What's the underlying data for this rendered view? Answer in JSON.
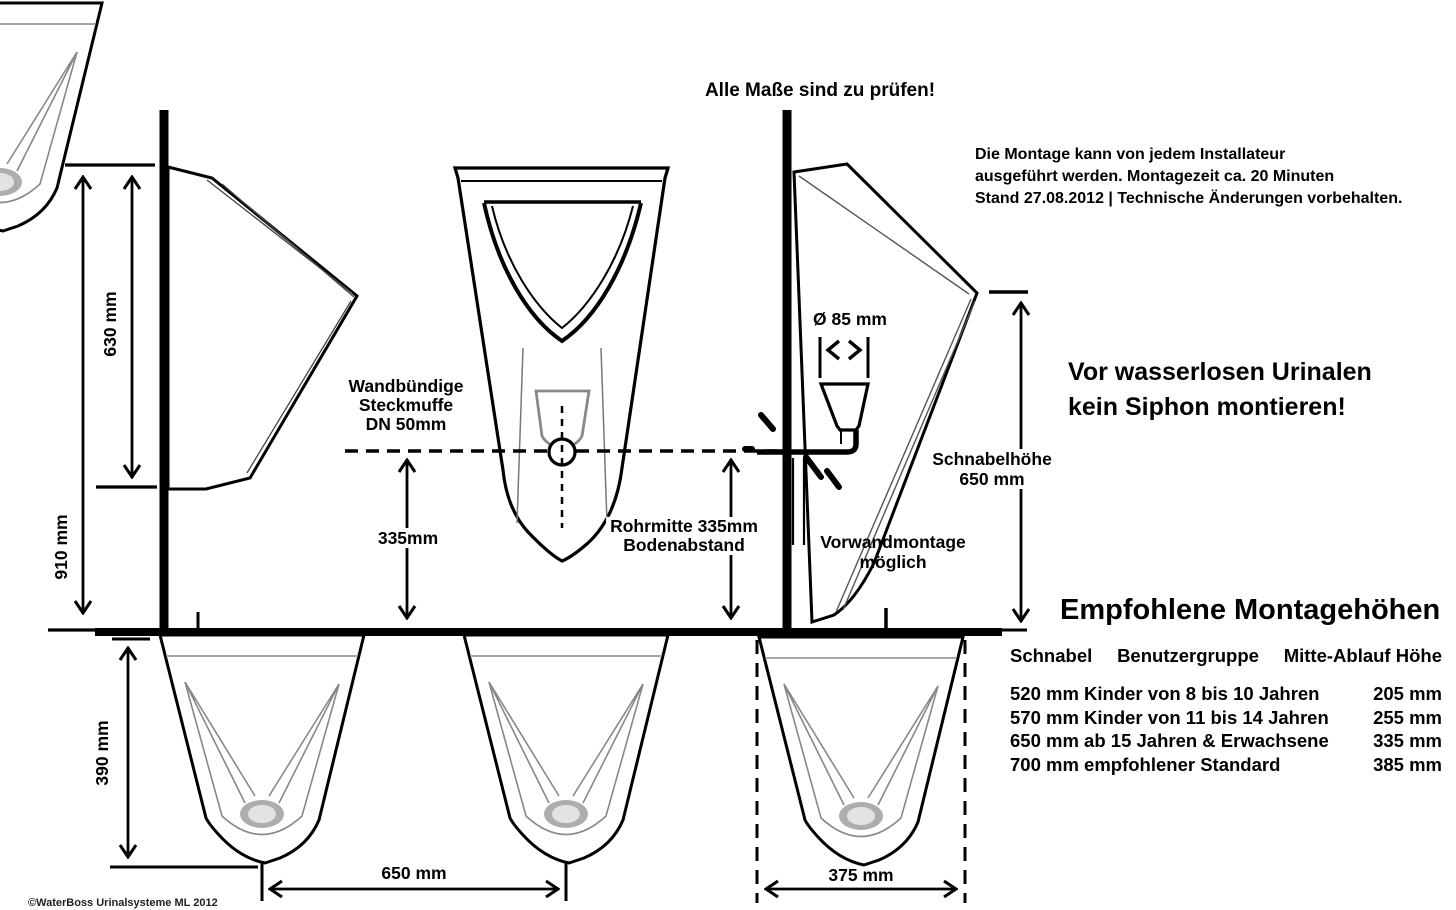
{
  "note_top": "Alle Maße sind zu prüfen!",
  "info": {
    "lines": [
      "Die Montage kann von jedem Installateur",
      "ausgeführt werden. Montagezeit ca. 20 Minuten",
      "Stand 27.08.2012 | Technische Änderungen vorbehalten."
    ]
  },
  "warning": {
    "lines": [
      "Vor wasserlosen Urinalen",
      "kein Siphon montieren!"
    ]
  },
  "labels": {
    "socket": {
      "line1": "Wandbündige",
      "line2": "Steckmuffe",
      "line3": "DN 50mm"
    },
    "diameter": "Ø 85 mm",
    "beak_height": {
      "line1": "Schnabelhöhe",
      "line2": "650 mm"
    },
    "prewall": {
      "line1": "Vorwandmontage",
      "line2": "möglich"
    },
    "pipe_center": {
      "line1": "Rohrmitte 335mm",
      "line2": "Bodenabstand"
    },
    "dim_335": "335mm",
    "dim_630": "630 mm",
    "dim_910": "910 mm",
    "dim_390": "390 mm",
    "dim_650": "650 mm",
    "dim_375": "375 mm"
  },
  "table": {
    "heading": "Empfohlene Montagehöhen",
    "columns": [
      "Schnabel",
      "Benutzergruppe",
      "Mitte-Ablauf Höhe"
    ],
    "rows": [
      {
        "left": "520 mm Kinder von 8 bis 10 Jahren",
        "right": "205 mm"
      },
      {
        "left": "570 mm Kinder von 11 bis 14 Jahren",
        "right": "255 mm"
      },
      {
        "left": "650 mm ab 15 Jahren & Erwachsene",
        "right": "335 mm"
      },
      {
        "left": "700 mm empfohlener Standard",
        "right": "385 mm"
      }
    ]
  },
  "footer": "©WaterBoss Urinalsysteme ML 2012",
  "colors": {
    "line": "#000000",
    "thin_gray": "#888888",
    "drain_ring": "#adadad",
    "drain_center": "#e3e3e3"
  }
}
